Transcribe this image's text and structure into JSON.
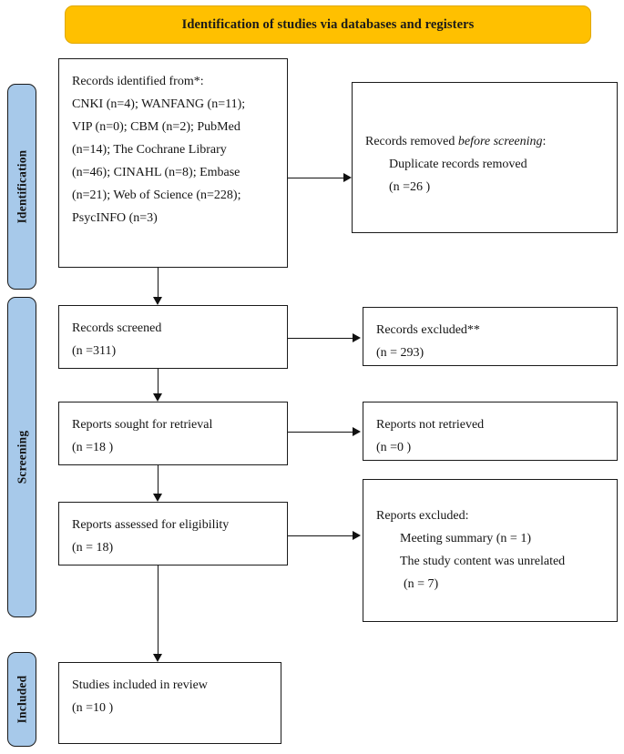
{
  "banner": {
    "title": "Identification of studies via databases and registers"
  },
  "stages": [
    {
      "id": "identification",
      "label": "Identification"
    },
    {
      "id": "screening",
      "label": "Screening"
    },
    {
      "id": "included",
      "label": "Included"
    }
  ],
  "boxes": {
    "identified": {
      "heading": "Records identified from*:",
      "line1": "CNKI (n=4); WANFANG (n=11);",
      "line2": "VIP (n=0); CBM (n=2); PubMed",
      "line3": "(n=14); The Cochrane Library",
      "line4": "(n=46); CINAHL (n=8); Embase",
      "line5": "(n=21); Web of Science (n=228);",
      "line6": "PsycINFO (n=3)"
    },
    "removed": {
      "heading_plain": "Records removed ",
      "heading_italic": "before screening",
      "heading_colon": ":",
      "line1": "Duplicate records removed",
      "line2": "(n =26 )"
    },
    "screened": {
      "line1": "Records screened",
      "line2": "(n =311)"
    },
    "excluded": {
      "line1": "Records excluded**",
      "line2": "(n = 293)"
    },
    "sought": {
      "line1": "Reports sought for retrieval",
      "line2": "(n =18 )"
    },
    "not_retrieved": {
      "line1": "Reports not retrieved",
      "line2": "(n =0 )"
    },
    "assessed": {
      "line1": "Reports assessed for eligibility",
      "line2": "(n = 18)"
    },
    "reports_excluded": {
      "heading": "Reports excluded:",
      "line1": "Meeting summary (n = 1)",
      "line2": "The study content was unrelated",
      "line3": "(n = 7)"
    },
    "included": {
      "line1": "Studies included in review",
      "line2": "(n =10 )"
    }
  },
  "colors": {
    "banner_fill": "#FFC000",
    "stage_fill": "#A7C9EA",
    "line": "#111111",
    "box_fill": "#FFFFFF"
  }
}
